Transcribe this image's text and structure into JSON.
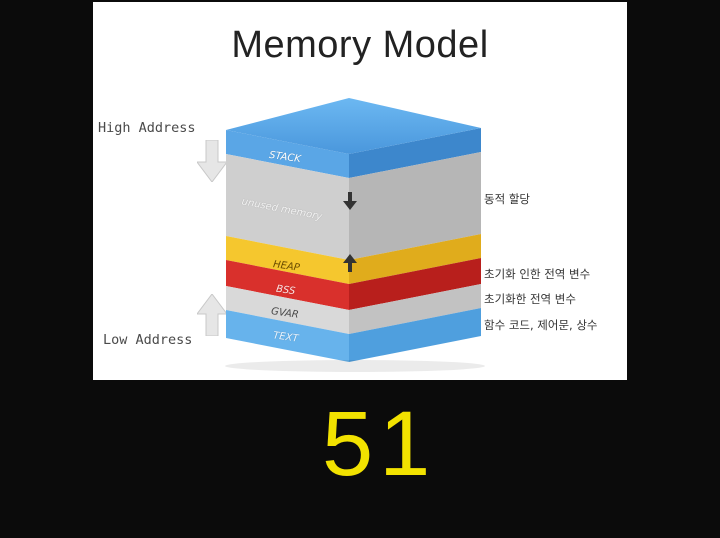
{
  "diagram": {
    "title": "Memory Model",
    "high_address": "High Address",
    "low_address": "Low Address",
    "layers": {
      "stack": "STACK",
      "unused": "unused memory",
      "heap": "HEAP",
      "bss": "BSS",
      "gvar": "GVAR",
      "text": "TEXT"
    },
    "notes": {
      "dynamic": "동적 할당",
      "initialized": "초기화 인한 전역 변수",
      "uninitialized": "초기화한 전역 변수",
      "code": "함수 코드, 제어문, 상수"
    },
    "colors": {
      "stack": "#5aa6e6",
      "unused": "#cfcfcf",
      "heap": "#f5c72e",
      "bss": "#d9302c",
      "gvar": "#d9d9d9",
      "text": "#67b3ec"
    }
  },
  "page_number": "51"
}
